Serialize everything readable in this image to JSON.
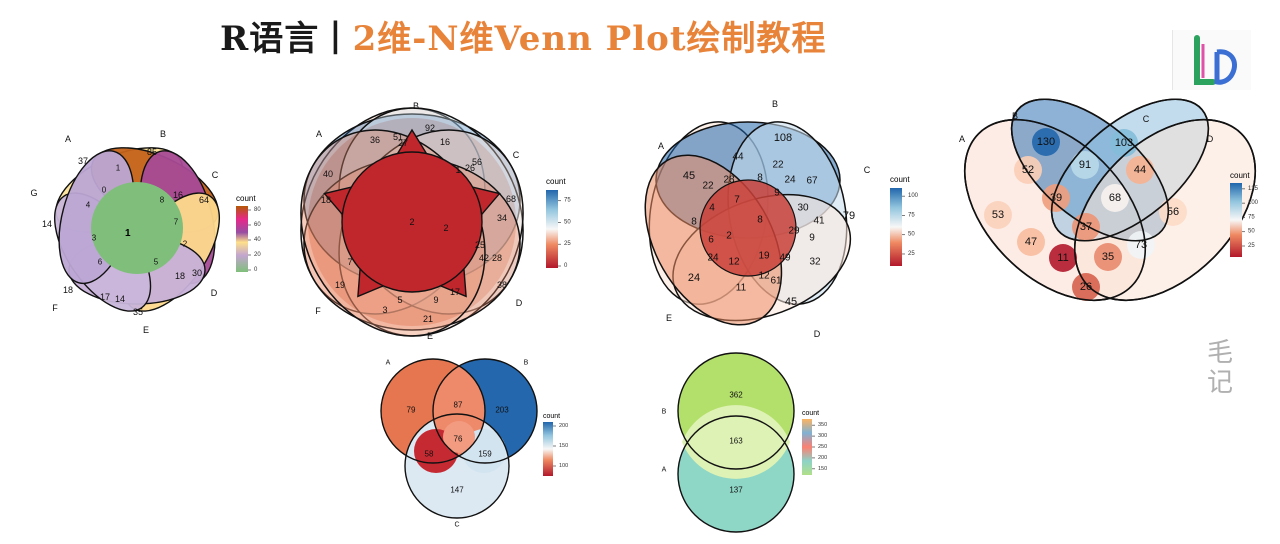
{
  "header": {
    "title_part1": "R语言",
    "title_sep": "|",
    "title_part2": "2维-N维Venn Plot绘制教程"
  },
  "watermark": {
    "char1": "毛",
    "char2": "记"
  },
  "logo": {
    "icon": "ld-logo-icon"
  },
  "chart_data": [
    {
      "type": "venn",
      "sets": [
        "A",
        "B",
        "C",
        "D",
        "E",
        "F",
        "G"
      ],
      "legend": {
        "title": "count",
        "ticks": [
          0,
          20,
          40,
          60,
          80
        ],
        "colors": [
          "#7fbf7b",
          "#c2a5cf",
          "#f7f7f7",
          "#fee08b",
          "#f46d43",
          "#d53e4f",
          "#e7298a",
          "#984ea3",
          "#b35806"
        ]
      },
      "region_counts_visible": [
        37,
        85,
        64,
        30,
        35,
        18,
        14,
        16,
        14,
        17,
        18,
        1,
        0,
        4,
        8,
        7,
        6,
        5,
        3,
        2
      ]
    },
    {
      "type": "venn",
      "sets": [
        "A",
        "B",
        "C",
        "D",
        "E",
        "F"
      ],
      "legend": {
        "title": "count",
        "ticks": [
          0,
          25,
          50,
          75
        ],
        "colors": [
          "#b2182b",
          "#ef8a62",
          "#fddbc7",
          "#f7f7f7",
          "#d1e5f0",
          "#67a9cf",
          "#2166ac"
        ]
      },
      "region_counts_visible": [
        92,
        36,
        51,
        27,
        16,
        56,
        26,
        68,
        34,
        28,
        38,
        21,
        19,
        40,
        18,
        2,
        42,
        25,
        1,
        3,
        5,
        7,
        9,
        17
      ]
    },
    {
      "type": "venn",
      "sets": [
        "A",
        "B",
        "C",
        "D",
        "E"
      ],
      "legend": {
        "title": "count",
        "ticks": [
          25,
          50,
          75,
          100
        ],
        "colors": [
          "#b2182b",
          "#ef8a62",
          "#fddbc7",
          "#f7f7f7",
          "#d1e5f0",
          "#67a9cf",
          "#2166ac"
        ]
      },
      "regions": [
        {
          "label": "A only",
          "value": 45
        },
        {
          "label": "B only",
          "value": 108
        },
        {
          "label": "C only",
          "value": 79
        },
        {
          "label": "D only",
          "value": 45
        },
        {
          "label": "E only",
          "value": 24
        },
        {
          "label": "",
          "value": 44
        },
        {
          "label": "",
          "value": 22
        },
        {
          "label": "",
          "value": 28
        },
        {
          "label": "",
          "value": 22
        },
        {
          "label": "",
          "value": 8
        },
        {
          "label": "",
          "value": 24
        },
        {
          "label": "",
          "value": 67
        },
        {
          "label": "",
          "value": 7
        },
        {
          "label": "",
          "value": 9
        },
        {
          "label": "",
          "value": 30
        },
        {
          "label": "",
          "value": 4
        },
        {
          "label": "",
          "value": 41
        },
        {
          "label": "",
          "value": 29
        },
        {
          "label": "",
          "value": 8
        },
        {
          "label": "",
          "value": 8
        },
        {
          "label": "",
          "value": 9
        },
        {
          "label": "",
          "value": 6
        },
        {
          "label": "",
          "value": 2
        },
        {
          "label": "",
          "value": 19
        },
        {
          "label": "",
          "value": 49
        },
        {
          "label": "",
          "value": 32
        },
        {
          "label": "",
          "value": 24
        },
        {
          "label": "",
          "value": 12
        },
        {
          "label": "",
          "value": 12
        },
        {
          "label": "",
          "value": 61
        },
        {
          "label": "",
          "value": 11
        }
      ]
    },
    {
      "type": "venn",
      "sets": [
        "A",
        "B",
        "C",
        "D"
      ],
      "legend": {
        "title": "count",
        "ticks": [
          25,
          50,
          75,
          100,
          125
        ],
        "colors": [
          "#b2182b",
          "#ef8a62",
          "#fddbc7",
          "#f7f7f7",
          "#d1e5f0",
          "#67a9cf",
          "#2166ac"
        ]
      },
      "regions": [
        {
          "label": "A",
          "value": 53
        },
        {
          "label": "B",
          "value": 130
        },
        {
          "label": "C",
          "value": 103
        },
        {
          "label": "D",
          "value": 56
        },
        {
          "label": "AB",
          "value": 52
        },
        {
          "label": "BC",
          "value": 91
        },
        {
          "label": "CD",
          "value": 44
        },
        {
          "label": "ABC",
          "value": 39
        },
        {
          "label": "BCD",
          "value": 68
        },
        {
          "label": "AC",
          "value": 47
        },
        {
          "label": "ABCD",
          "value": 37
        },
        {
          "label": "BD",
          "value": 73
        },
        {
          "label": "ACD",
          "value": 11
        },
        {
          "label": "ABD",
          "value": 35
        },
        {
          "label": "AD",
          "value": 26
        }
      ]
    },
    {
      "type": "venn",
      "sets": [
        "A",
        "B",
        "C"
      ],
      "legend": {
        "title": "count",
        "ticks": [
          100,
          150,
          200
        ],
        "colors": [
          "#b2182b",
          "#ef8a62",
          "#fddbc7",
          "#f7f7f7",
          "#d1e5f0",
          "#67a9cf",
          "#2166ac"
        ]
      },
      "regions": [
        {
          "label": "A",
          "value": 79
        },
        {
          "label": "AB",
          "value": 87
        },
        {
          "label": "B",
          "value": 203
        },
        {
          "label": "ABC",
          "value": 76
        },
        {
          "label": "AC",
          "value": 58
        },
        {
          "label": "BC",
          "value": 159
        },
        {
          "label": "C",
          "value": 147
        }
      ]
    },
    {
      "type": "venn",
      "sets": [
        "B",
        "A"
      ],
      "legend": {
        "title": "count",
        "ticks": [
          150,
          200,
          250,
          300,
          350
        ],
        "colors": [
          "#b2df8a",
          "#8dd3c7",
          "#fb8072",
          "#80b1d3",
          "#fdb462"
        ]
      },
      "regions": [
        {
          "label": "B",
          "value": 362
        },
        {
          "label": "AB",
          "value": 163
        },
        {
          "label": "A",
          "value": 137
        }
      ]
    }
  ]
}
